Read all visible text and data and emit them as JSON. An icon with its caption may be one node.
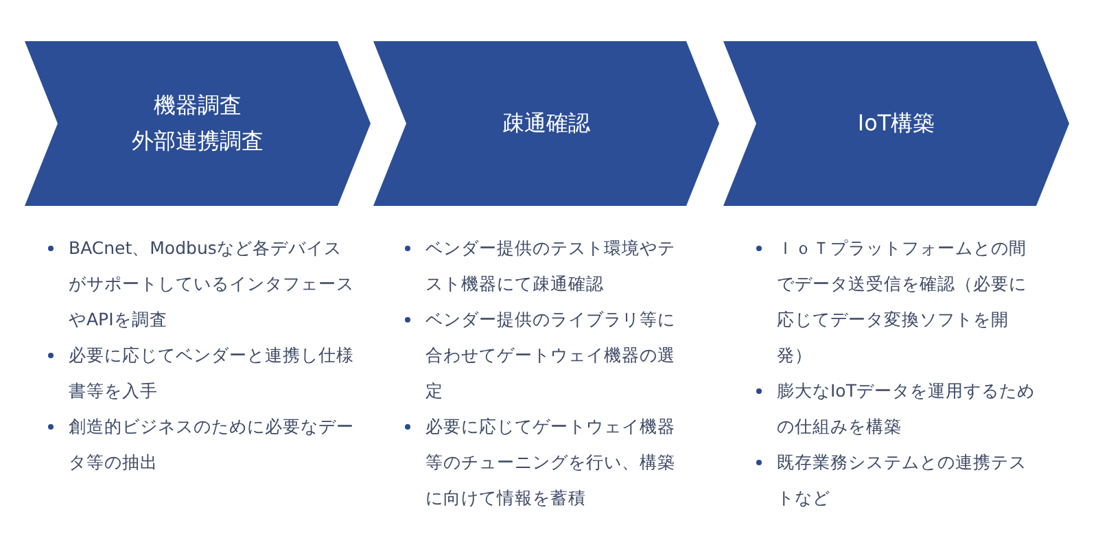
{
  "diagram": {
    "nodes": [
      {
        "text": [
          "機器調査",
          "外部連携調査"
        ]
      },
      {
        "text": [
          "疎通確認"
        ]
      },
      {
        "text": [
          "IoT構築"
        ]
      }
    ],
    "labels": [
      "BACnet、Modbusなど各デバイスがサポートしているインタフェースやAPIを調査",
      "必要に応じてベンダーと連携し仕様書等を入手",
      "創造的ビジネスのために必要なデータ等の抽出",
      "ベンダー提供のテスト環境やテスト機器にて疎通確認",
      "ベンダー提供のライブラリ等に合わせてゲートウェイ機器の選定",
      "必要に応じてゲートウェイ機器等のチューニングを行い、構築に向けて情報を蓄積",
      "ＩｏＴプラットフォームとの間でデータ送受信を確認（必要に応じてデータ変換ソフトを開発）",
      "膨大なIoTデータを運用するための仕組みを構築",
      "既存業務システムとの連携テストなど"
    ]
  }
}
